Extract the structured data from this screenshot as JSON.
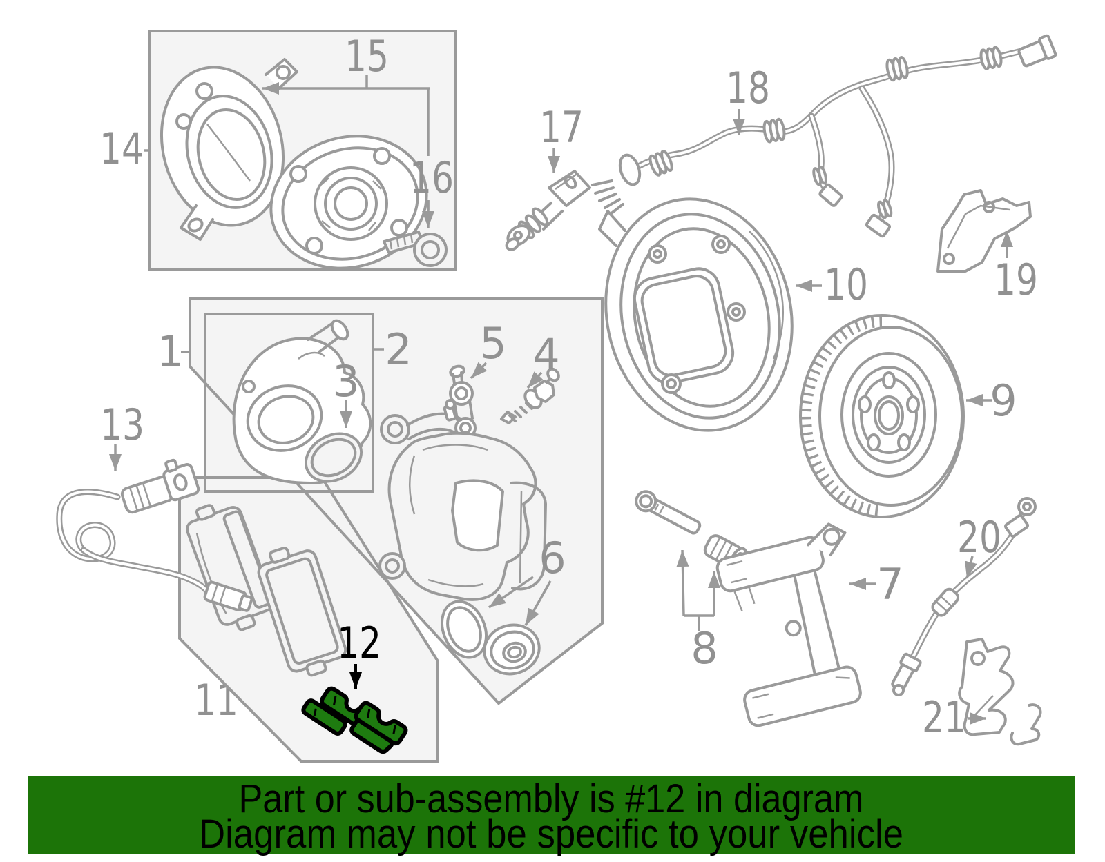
{
  "diagram": {
    "type": "parts-diagram",
    "stroke_color": "#9a9a9a",
    "label_color": "#919191",
    "panel_fill": "#f4f4f4",
    "background": "#ffffff",
    "highlighted_callout": "12",
    "highlight_fill": "#1e7b10",
    "highlight_outline": "#000000"
  },
  "labels": {
    "n1": "1",
    "n2": "2",
    "n3": "3",
    "n4": "4",
    "n5": "5",
    "n6": "6",
    "n7": "7",
    "n8": "8",
    "n9": "9",
    "n10": "10",
    "n11": "11",
    "n12": "12",
    "n13": "13",
    "n14": "14",
    "n15": "15",
    "n16": "16",
    "n17": "17",
    "n18": "18",
    "n19": "19",
    "n20": "20",
    "n21": "21"
  },
  "banner": {
    "line1": "Part or sub-assembly is #12 in diagram",
    "line2": "Diagram may not be specific to your vehicle",
    "background_color": "#1c7408",
    "text_color": "#000000"
  }
}
